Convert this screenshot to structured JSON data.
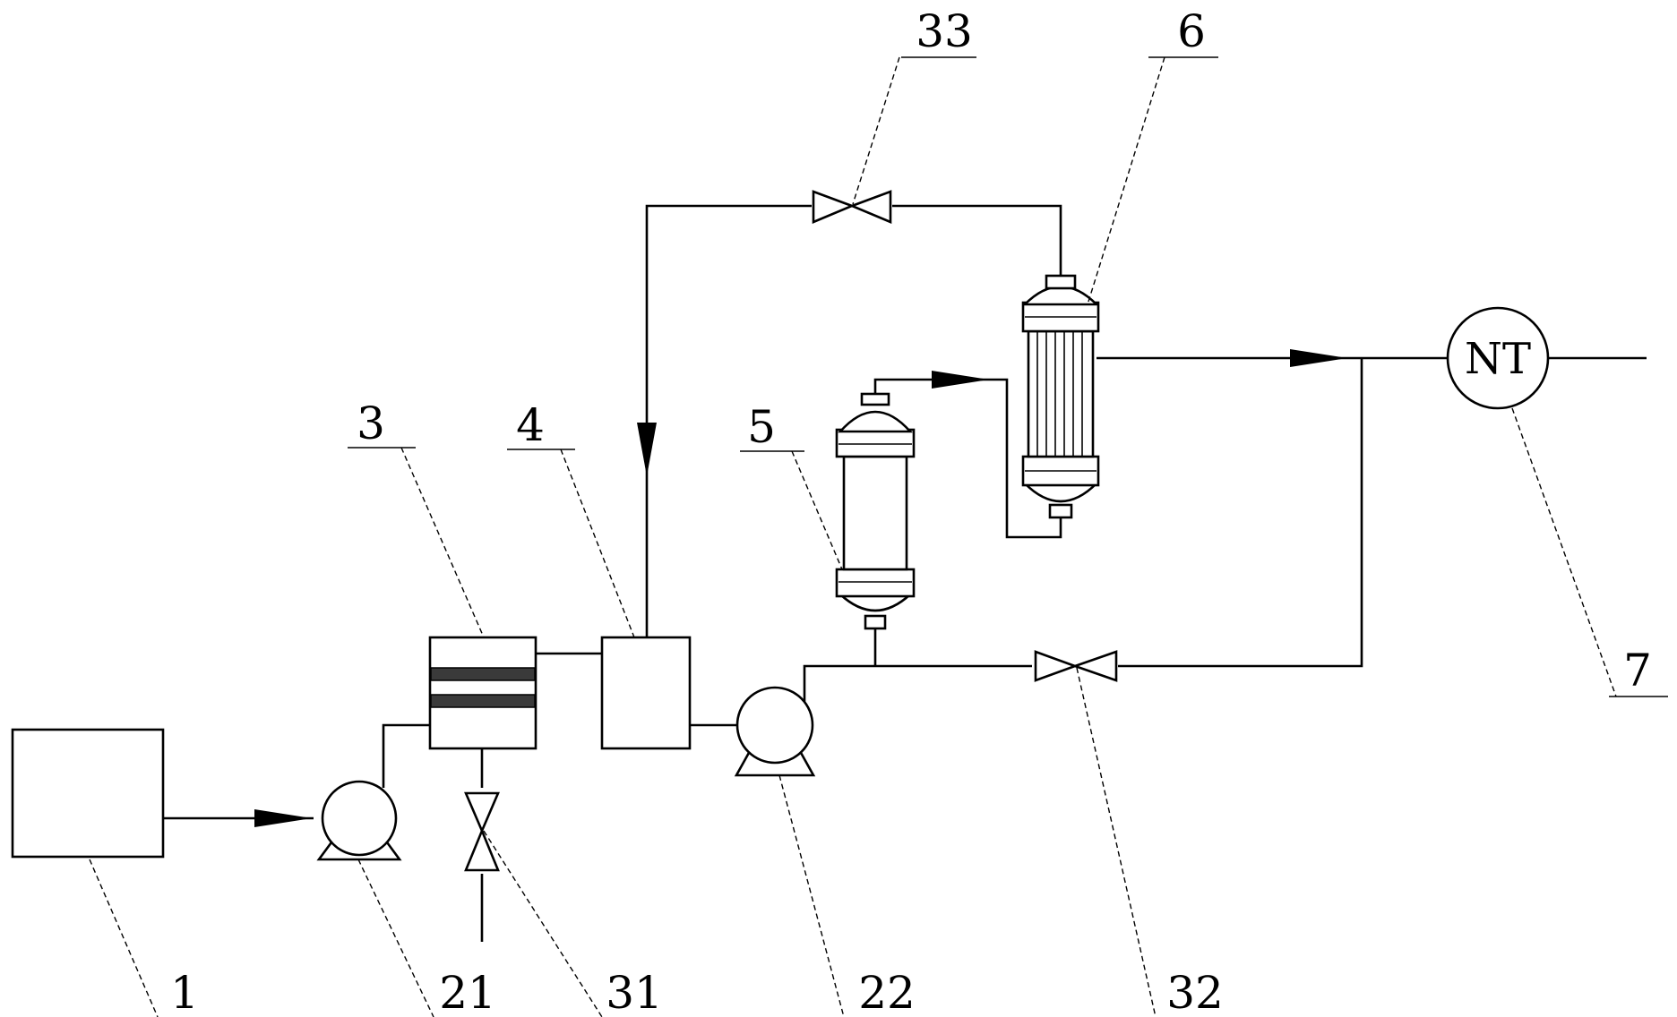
{
  "labels": {
    "l1": "1",
    "l21": "21",
    "l31": "31",
    "l3": "3",
    "l4": "4",
    "l22": "22",
    "l5": "5",
    "l32": "32",
    "l33": "33",
    "l6": "6",
    "l7": "7"
  },
  "meter": {
    "text": "NT"
  }
}
